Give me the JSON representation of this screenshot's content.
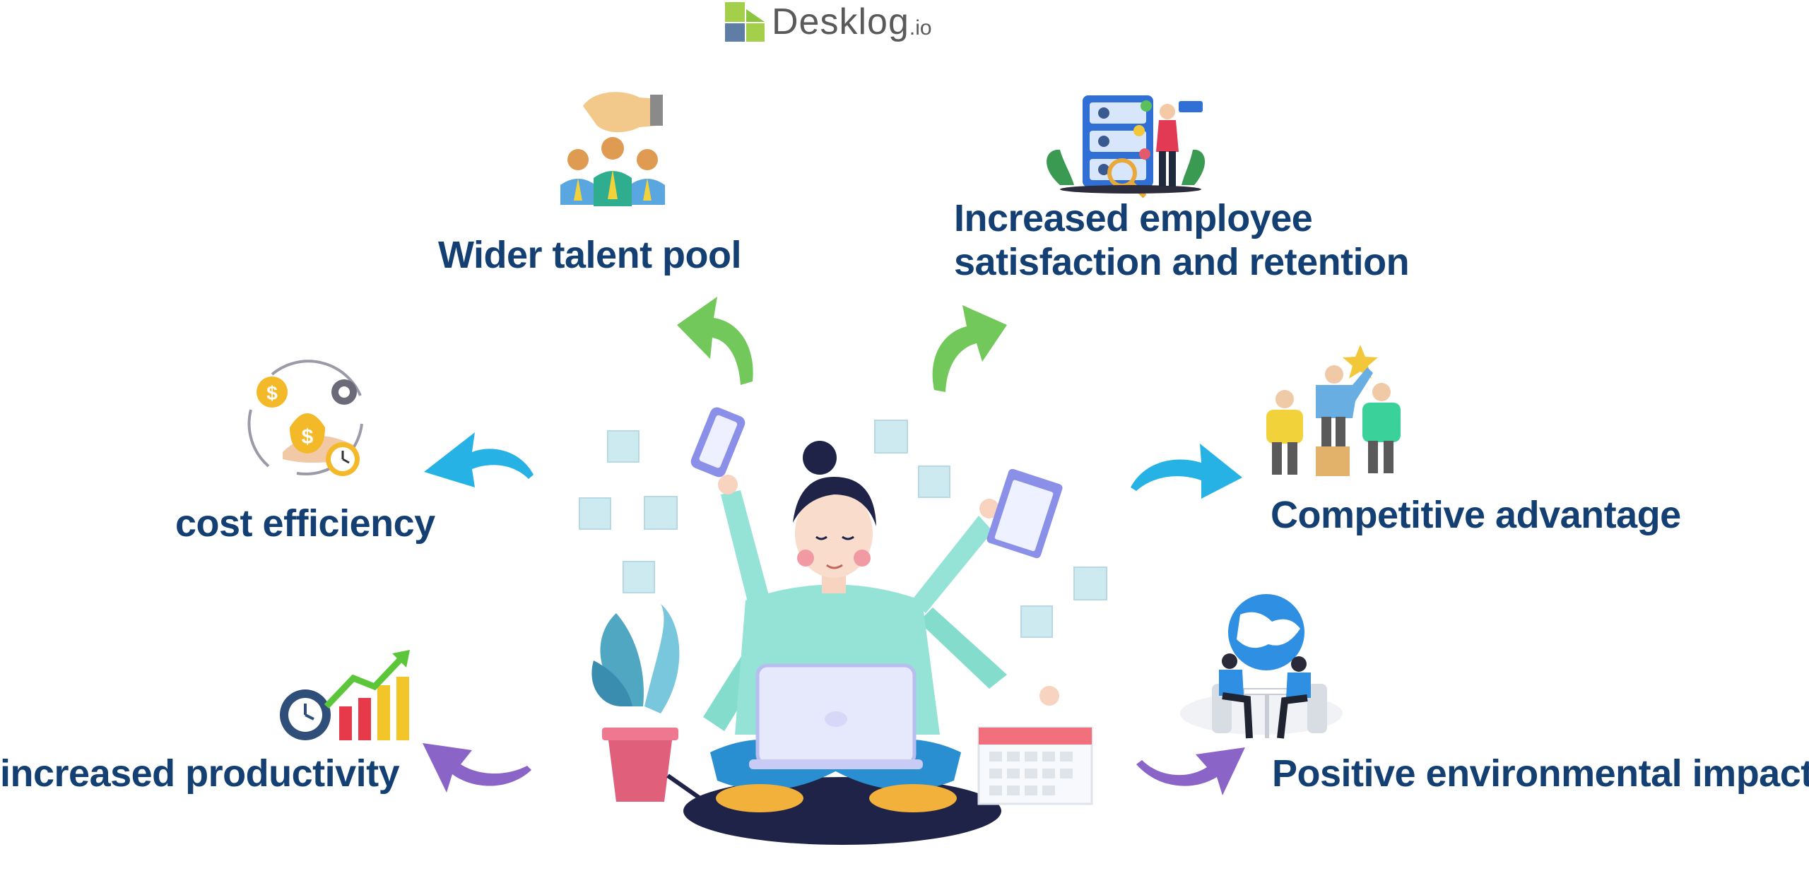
{
  "logo": {
    "name": "Desklog",
    "suffix": ".io",
    "mark_colors": [
      "#a4cf4a",
      "#8cc63e",
      "#5e7ea8"
    ]
  },
  "benefits": {
    "talent": {
      "label": "Wider talent pool",
      "icon": "hiring-hand-icon"
    },
    "satisfaction": {
      "line1": "Increased employee",
      "line2": "satisfaction and retention",
      "icon": "employee-reviews-icon"
    },
    "cost": {
      "label": "cost efficiency",
      "icon": "money-cycle-icon"
    },
    "competitive": {
      "label": "Competitive advantage",
      "icon": "podium-winner-icon"
    },
    "productivity": {
      "label": "increased productivity",
      "icon": "growth-chart-icon"
    },
    "environment": {
      "label": "Positive environmental impact",
      "icon": "globe-meeting-icon"
    }
  },
  "colors": {
    "label": "#143f73",
    "arrow_green": "#72c85a",
    "arrow_blue": "#27b2e6",
    "arrow_purple": "#8b64c8"
  },
  "center_icon": "multitasking-worker-icon"
}
